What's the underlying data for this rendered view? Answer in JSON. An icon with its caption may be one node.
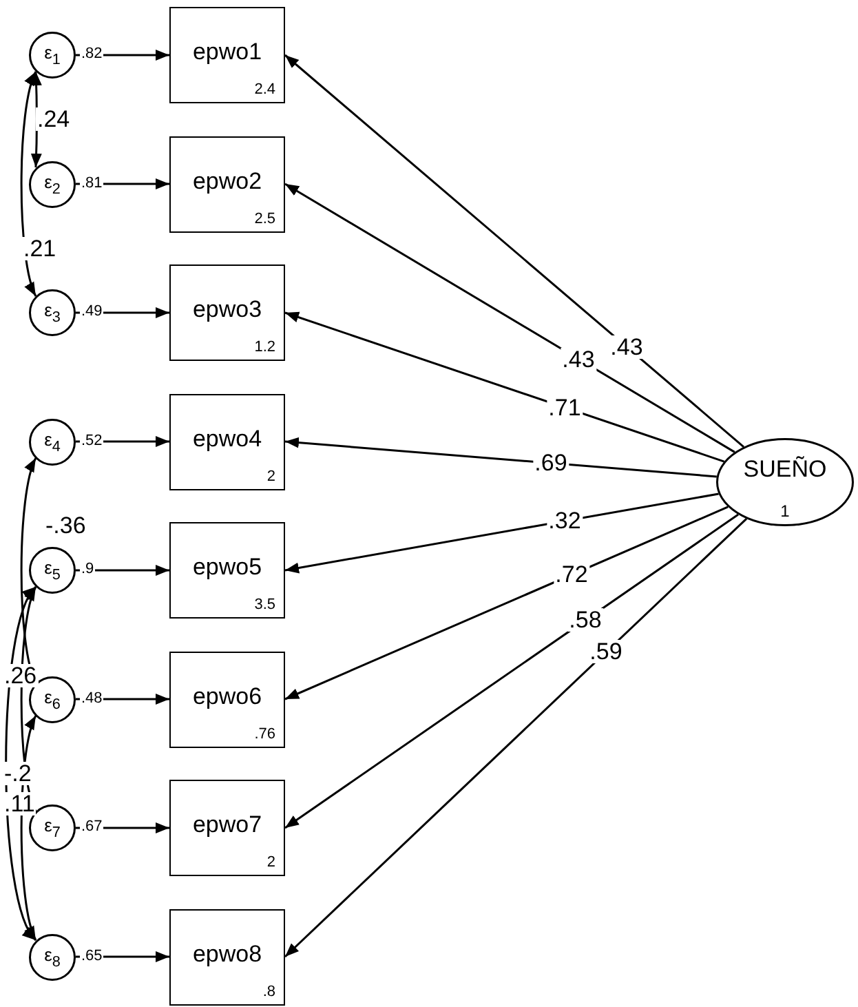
{
  "diagram": {
    "nodes": [
      {
        "text": [
          "epwo1",
          "2.4"
        ]
      },
      {
        "text": [
          "epwo2",
          "2.5"
        ]
      },
      {
        "text": [
          "epwo3",
          "1.2"
        ]
      },
      {
        "text": [
          "epwo4",
          "2"
        ]
      },
      {
        "text": [
          "epwo5",
          "3.5"
        ]
      },
      {
        "text": [
          "epwo6",
          ".76"
        ]
      },
      {
        "text": [
          "epwo7",
          "2"
        ]
      },
      {
        "text": [
          "epwo8",
          ".8"
        ]
      },
      {
        "text": [
          "ε$_{1}$"
        ]
      },
      {
        "text": [
          "ε$_{2}$"
        ]
      },
      {
        "text": [
          "ε$_{3}$"
        ]
      },
      {
        "text": [
          "ε$_{4}$"
        ]
      },
      {
        "text": [
          "ε$_{5}$"
        ]
      },
      {
        "text": [
          "ε$_{6}$"
        ]
      },
      {
        "text": [
          "ε$_{7}$"
        ]
      },
      {
        "text": [
          "ε$_{8}$"
        ]
      },
      {
        "text": [
          "SUEÑO",
          "1"
        ]
      }
    ],
    "edges": [
      {
        "from": 16,
        "to": 0,
        "arrow": "to",
        "label": ".43"
      },
      {
        "from": 16,
        "to": 1,
        "arrow": "to",
        "label": ".43"
      },
      {
        "from": 16,
        "to": 2,
        "arrow": "to",
        "label": ".71"
      },
      {
        "from": 16,
        "to": 3,
        "arrow": "to",
        "label": ".69"
      },
      {
        "from": 16,
        "to": 4,
        "arrow": "to",
        "label": ".32"
      },
      {
        "from": 16,
        "to": 5,
        "arrow": "to",
        "label": ".72"
      },
      {
        "from": 16,
        "to": 6,
        "arrow": "to",
        "label": ".58"
      },
      {
        "from": 16,
        "to": 7,
        "arrow": "to",
        "label": ".59"
      },
      {
        "from": 8,
        "to": 0,
        "arrow": "to",
        "label": ".82"
      },
      {
        "from": 9,
        "to": 1,
        "arrow": "to",
        "label": ".81"
      },
      {
        "from": 10,
        "to": 2,
        "arrow": "to",
        "label": ".49"
      },
      {
        "from": 11,
        "to": 3,
        "arrow": "to",
        "label": ".52"
      },
      {
        "from": 12,
        "to": 4,
        "arrow": "to",
        "label": ".9"
      },
      {
        "from": 13,
        "to": 5,
        "arrow": "to",
        "label": ".48"
      },
      {
        "from": 14,
        "to": 6,
        "arrow": "to",
        "label": ".67"
      },
      {
        "from": 15,
        "to": 7,
        "arrow": "to",
        "label": ".65"
      },
      {
        "from": 8,
        "to": 9,
        "arrow": "both",
        "label": ".24"
      },
      {
        "from": 8,
        "to": 10,
        "arrow": "both",
        "label": ".21"
      },
      {
        "from": 11,
        "to": 13,
        "arrow": "both",
        "label": "-.36"
      },
      {
        "from": 12,
        "to": 14,
        "arrow": "both",
        "label": ".26"
      },
      {
        "from": 12,
        "to": 15,
        "arrow": "both",
        "label": "-.2"
      },
      {
        "from": 13,
        "to": 15,
        "arrow": "both",
        "label": ".11"
      }
    ]
  }
}
